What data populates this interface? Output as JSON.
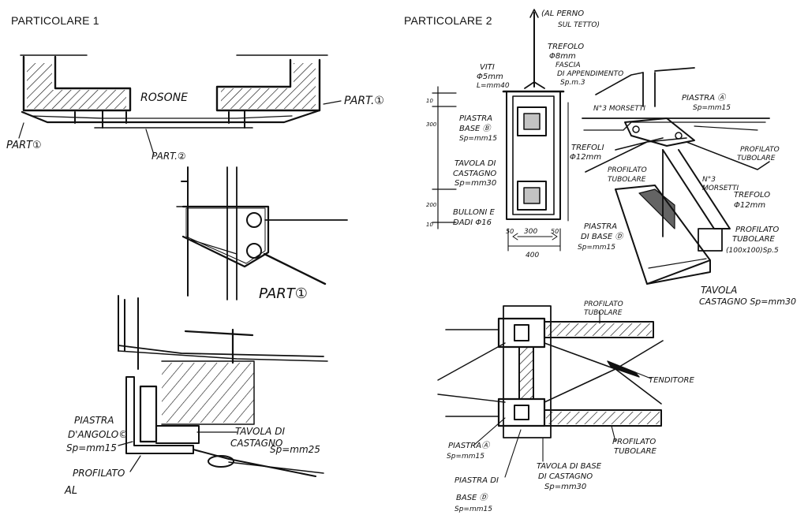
{
  "titles": {
    "left": "PARTICOLARE 1",
    "right": "PARTICOLARE 2"
  },
  "labels": {
    "rosone": "ROSONE",
    "part1_right": "PART.①",
    "part1_left": "PART①",
    "part2": "PART.②",
    "part1_detail": "PART①",
    "piastra_angolo_1": "PIASTRA",
    "piastra_angolo_2": "D'ANGOLO©",
    "piastra_angolo_3": "Sp=mm15",
    "tavola_castagno_a1": "TAVOLA DI",
    "tavola_castagno_a2": "CASTAGNO",
    "tavola_castagno_a3": "Sp=mm25",
    "profilato_al_1": "PROFILATO",
    "profilato_al_2": "AL",
    "al_perno_1": "(AL PERNO",
    "al_perno_2": "SUL TETTO)",
    "trefolo_8_1": "TREFOLO",
    "trefolo_8_2": "Φ8mm",
    "viti_1": "VITI",
    "viti_2": "Φ5mm",
    "viti_3": "L=mm40",
    "fascia_1": "FASCIA",
    "fascia_2": "DI APPENDIMENTO",
    "fascia_3": "Sp.m.3",
    "piastra_base_b_1": "PIASTRA",
    "piastra_base_b_2": "BASE Ⓑ",
    "piastra_base_b_3": "Sp=mm15",
    "tavola_castagno_b1": "TAVOLA DI",
    "tavola_castagno_b2": "CASTAGNO",
    "tavola_castagno_b3": "Sp=mm30",
    "bulloni_1": "BULLONI E",
    "bulloni_2": "DADI Φ16",
    "dim_10a": "10",
    "dim_300": "300",
    "dim_200": "200",
    "dim_10b": "10",
    "dim_50a": "50",
    "dim_300h": "300",
    "dim_50b": "50",
    "dim_400": "400",
    "trefoli_12_1": "TREFOLI",
    "trefoli_12_2": "Φ12mm",
    "morsetti_3a": "N°3 MORSETTI",
    "piastra_a_1": "PIASTRA Ⓐ",
    "piastra_a_2": "Sp=mm15",
    "profilato_tub_a1": "PROFILATO",
    "profilato_tub_a2": "TUBOLARE",
    "profilato_tub_b1": "PROFILATO",
    "profilato_tub_b2": "TUBOLARE",
    "morsetti_3b_1": "N°3",
    "morsetti_3b_2": "MORSETTI",
    "trefolo_12b_1": "TREFOLO",
    "trefolo_12b_2": "Φ12mm",
    "piastra_base_d_1": "PIASTRA",
    "piastra_base_d_2": "DI BASE Ⓓ",
    "piastra_base_d_3": "Sp=mm15",
    "profilato_tub_c1": "PROFILATO",
    "profilato_tub_c2": "TUBOLARE",
    "profilato_tub_c3": "(100x100)Sp.5",
    "tavola_castagno_c1": "TAVOLA",
    "tavola_castagno_c2": "CASTAGNO Sp=mm30",
    "profilato_tub_d1": "PROFILATO",
    "profilato_tub_d2": "TUBOLARE",
    "tenditore": "TENDITORE",
    "piastra_a2_1": "PIASTRAⒶ",
    "piastra_a2_2": "Sp=mm15",
    "piastra_base_d2_1": "PIASTRA DI",
    "piastra_base_d2_2": "BASE Ⓓ",
    "piastra_base_d2_3": "Sp=mm15",
    "tavola_base_1": "TAVOLA DI BASE",
    "tavola_base_2": "DI CASTAGNO",
    "tavola_base_3": "Sp=mm30",
    "profilato_tub_e1": "PROFILATO",
    "profilato_tub_e2": "TUBOLARE"
  }
}
